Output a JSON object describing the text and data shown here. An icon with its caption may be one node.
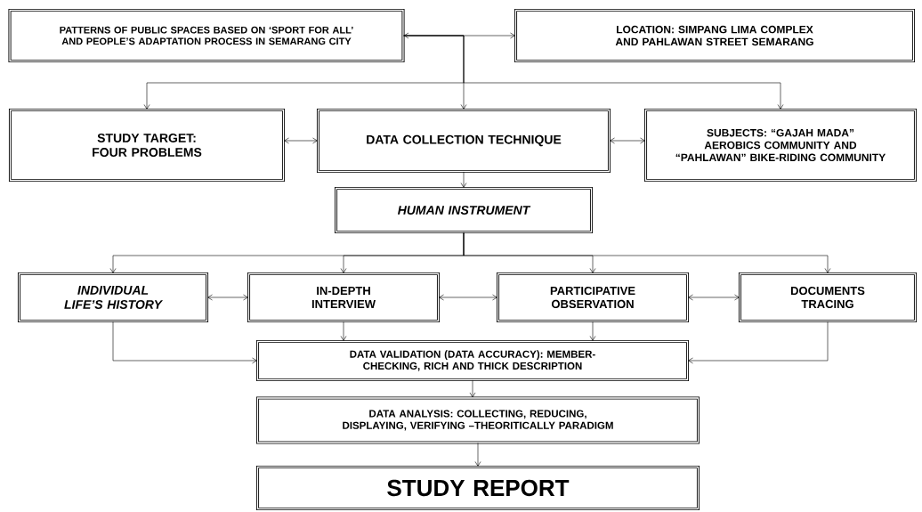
{
  "diagram": {
    "nodes": [
      {
        "text": [
          "PATTERNS OF PUBLIC SPACES BASED ON ‘SPORT FOR ALL’ AND PEOPLE’S ADAPTATION PROCESS IN SEMARANG CITY"
        ]
      },
      {
        "text": [
          "LOCATION: SIMPANG LIMA COMPLEX AND PAHLAWAN STREET SEMARANG"
        ]
      },
      {
        "text": [
          "STUDY TARGET: FOUR PROBLEMS"
        ]
      },
      {
        "text": [
          "DATA COLLECTION TECHNIQUE"
        ]
      },
      {
        "text": [
          "SUBJECTS: “GAJAH MADA” AEROBICS COMMUNITY AND “PAHLAWAN” BIKE-RIDING COMMUNITY"
        ]
      },
      {
        "text": [
          "HUMAN INSTRUMENT"
        ]
      },
      {
        "text": [
          "INDIVIDUAL LIFE’S HISTORY"
        ]
      },
      {
        "text": [
          "IN-DEPTH INTERVIEW"
        ]
      },
      {
        "text": [
          "PARTICIPATIVE OBSERVATION"
        ]
      },
      {
        "text": [
          "DOCUMENTS TRACING"
        ]
      },
      {
        "text": [
          "DATA VALIDATION (DATA ACCURACY): MEMBER-CHECKING, RICH AND THICK DESCRIPTION"
        ]
      },
      {
        "text": [
          "DATA ANALYSIS: COLLECTING, REDUCING, DISPLAYING, VERIFYING –THEORITICALLY PARADIGM"
        ]
      },
      {
        "text": [
          "STUDY REPORT"
        ]
      }
    ],
    "edges": [
      {
        "from": 0,
        "to": 1,
        "arrow": "both"
      },
      {
        "from": 0,
        "to": 2,
        "arrow": "to"
      },
      {
        "from": 0,
        "to": 3,
        "arrow": "to"
      },
      {
        "from": 0,
        "to": 4,
        "arrow": "to"
      },
      {
        "from": 2,
        "to": 3,
        "arrow": "both"
      },
      {
        "from": 3,
        "to": 4,
        "arrow": "both"
      },
      {
        "from": 3,
        "to": 5,
        "arrow": "to"
      },
      {
        "from": 5,
        "to": 6,
        "arrow": "to"
      },
      {
        "from": 5,
        "to": 7,
        "arrow": "to"
      },
      {
        "from": 5,
        "to": 8,
        "arrow": "to"
      },
      {
        "from": 5,
        "to": 9,
        "arrow": "to"
      },
      {
        "from": 6,
        "to": 7,
        "arrow": "both"
      },
      {
        "from": 7,
        "to": 8,
        "arrow": "both"
      },
      {
        "from": 8,
        "to": 9,
        "arrow": "both"
      },
      {
        "from": 6,
        "to": 10,
        "arrow": "to"
      },
      {
        "from": 7,
        "to": 10,
        "arrow": "to"
      },
      {
        "from": 8,
        "to": 10,
        "arrow": "to"
      },
      {
        "from": 9,
        "to": 10,
        "arrow": "to"
      },
      {
        "from": 10,
        "to": 11,
        "arrow": "to"
      },
      {
        "from": 11,
        "to": 12,
        "arrow": "to"
      }
    ]
  }
}
